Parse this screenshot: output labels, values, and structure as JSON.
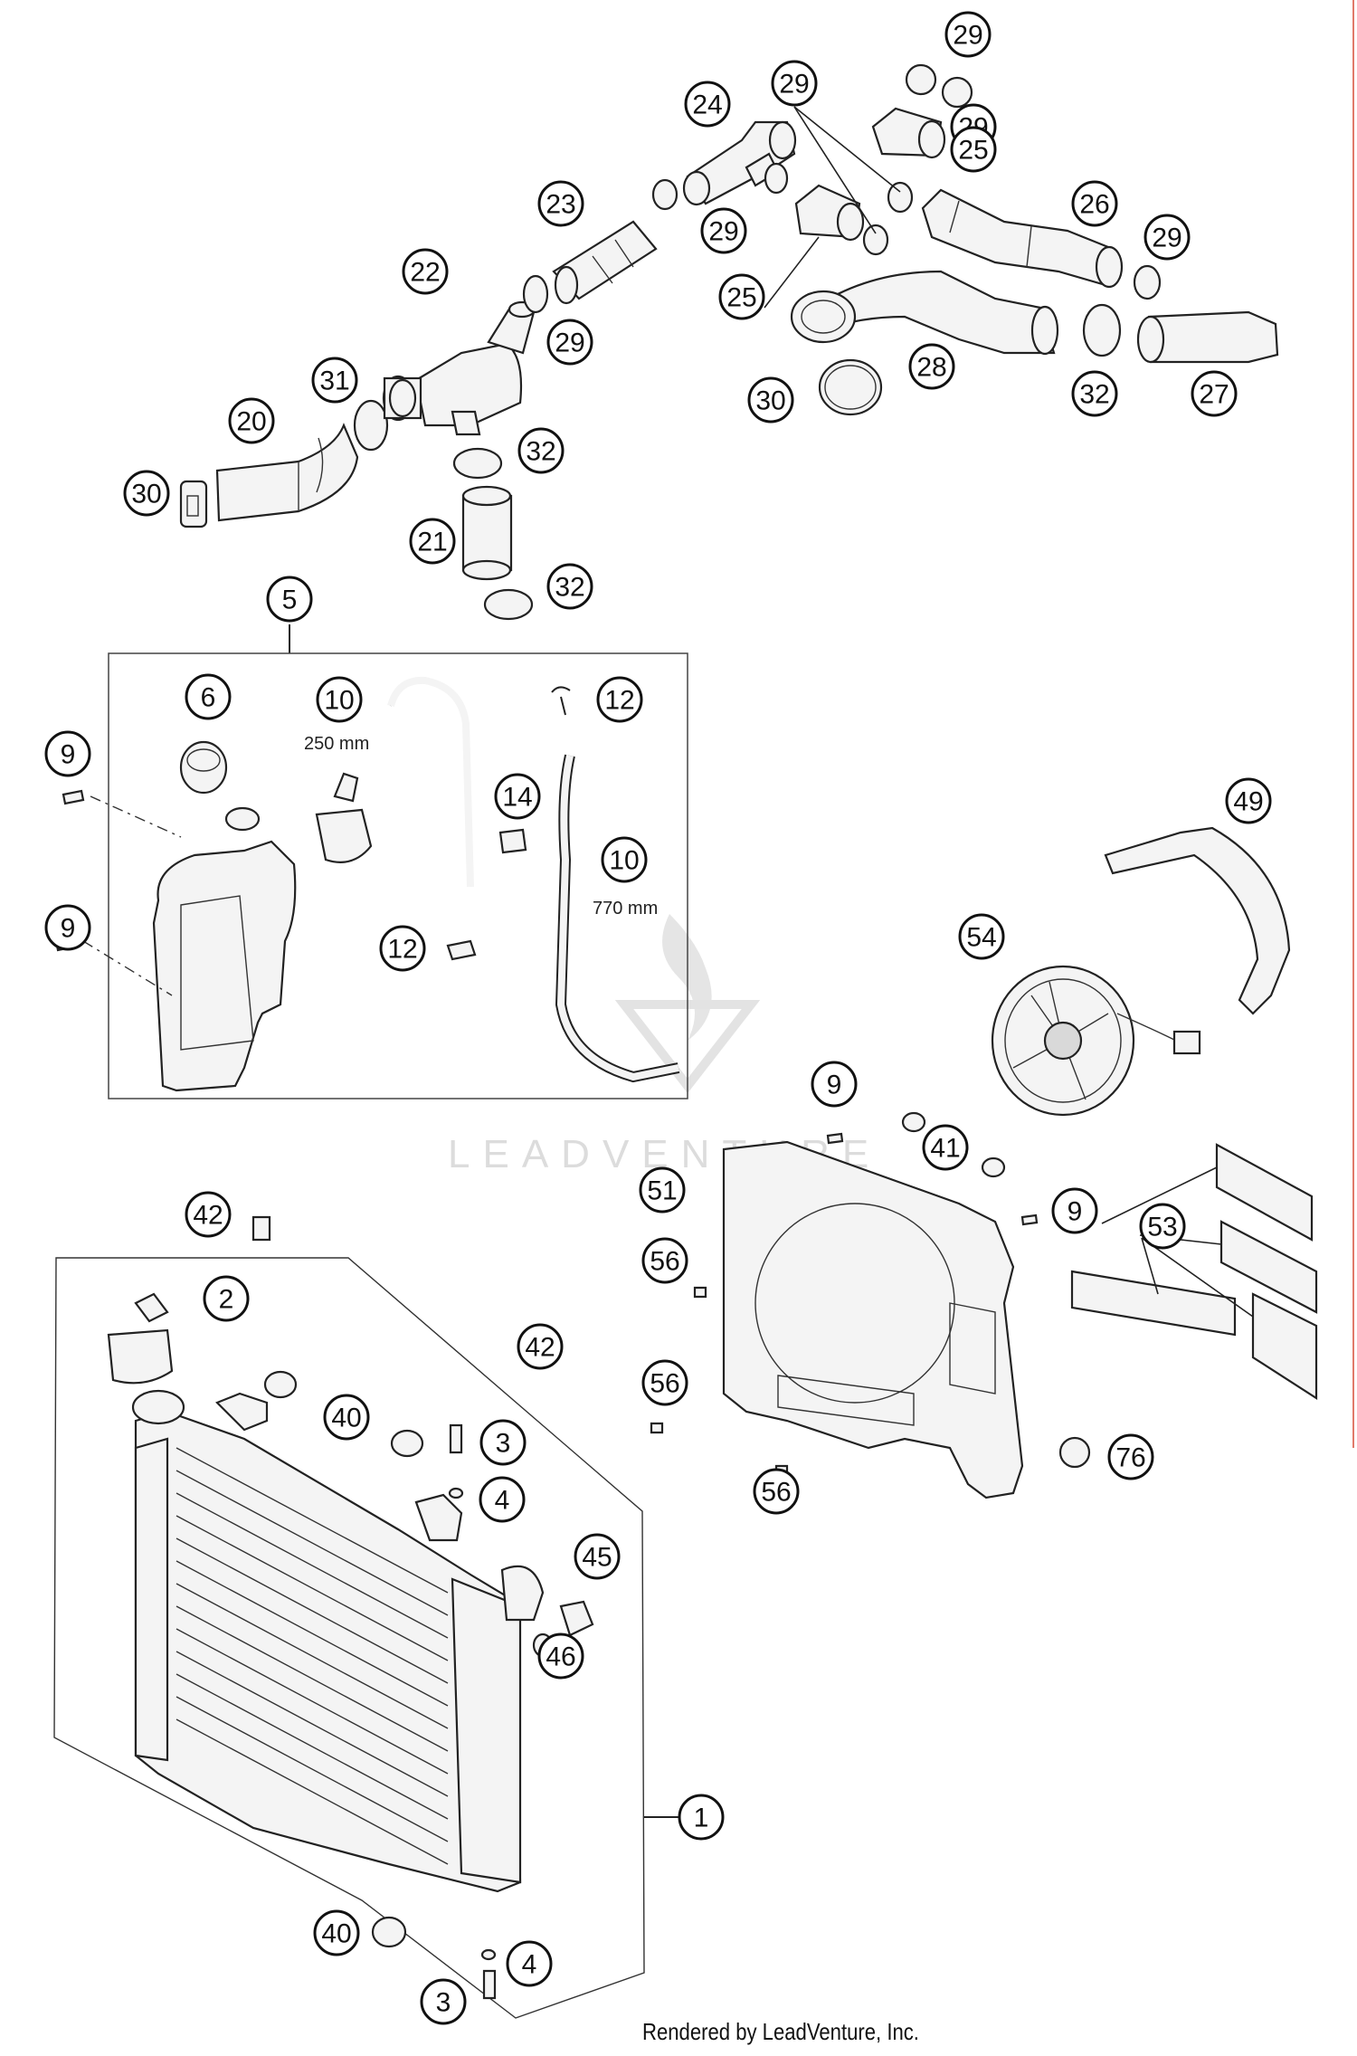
{
  "dimensions": {
    "hose_short": "250 mm",
    "hose_long": "770 mm"
  },
  "watermark": "LEADVENTURE",
  "footer": "Rendered by LeadVenture, Inc.",
  "callouts": [
    "29",
    "29",
    "24",
    "25",
    "23",
    "29",
    "29",
    "26",
    "29",
    "25",
    "22",
    "29",
    "31",
    "28",
    "32",
    "27",
    "20",
    "32",
    "30",
    "30",
    "21",
    "32",
    "5",
    "6",
    "10",
    "12",
    "9",
    "14",
    "10",
    "9",
    "12",
    "49",
    "54",
    "9",
    "41",
    "51",
    "9",
    "42",
    "53",
    "56",
    "2",
    "42",
    "56",
    "40",
    "3",
    "4",
    "56",
    "76",
    "45",
    "46",
    "1",
    "40",
    "4",
    "3"
  ]
}
